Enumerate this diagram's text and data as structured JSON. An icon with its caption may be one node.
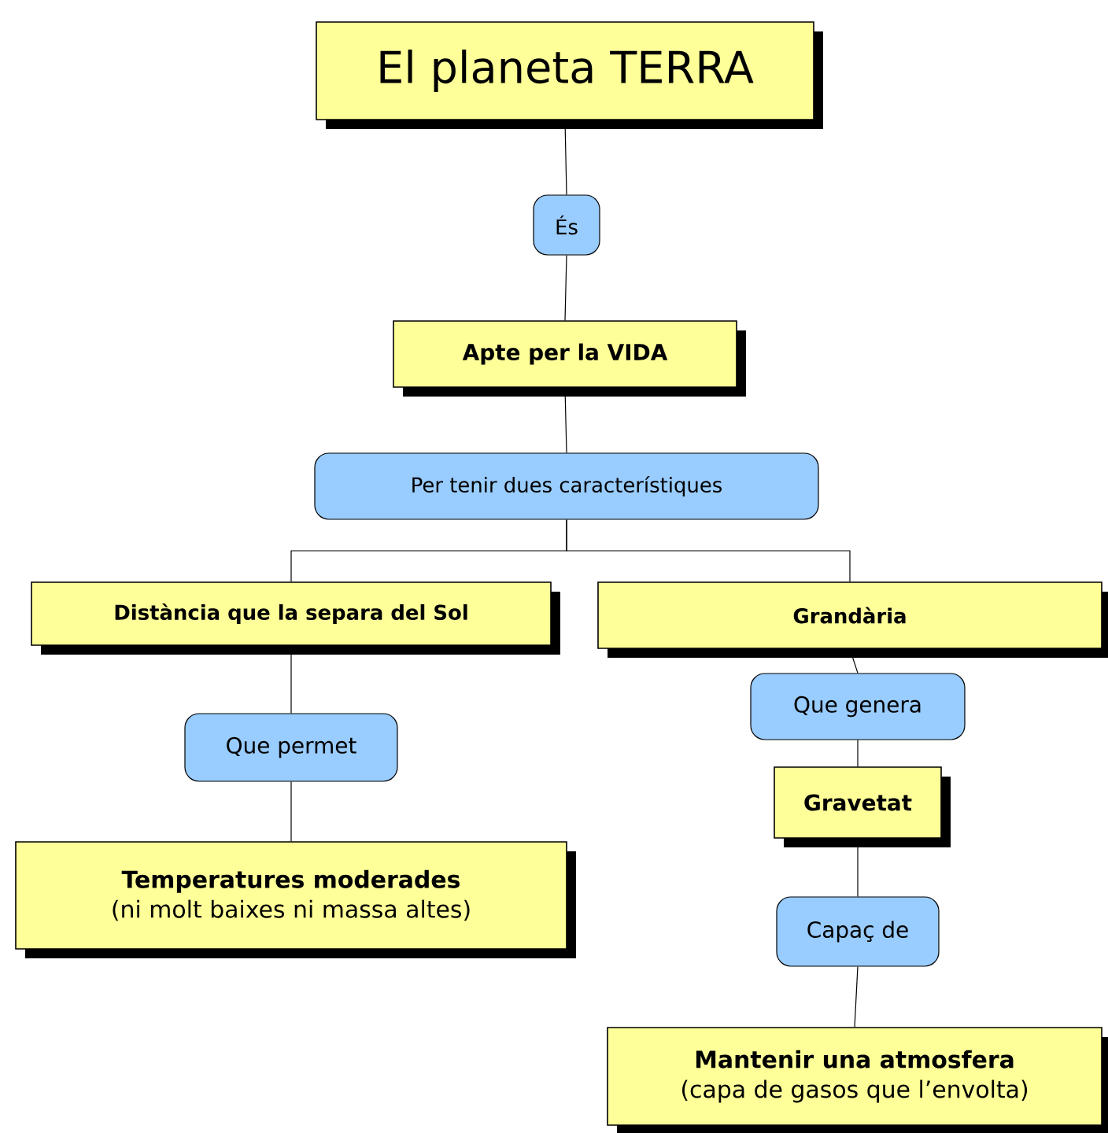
{
  "diagram": {
    "nodes": [
      {
        "text": [
          "El planeta TERRA"
        ]
      },
      {
        "text": [
          "És"
        ]
      },
      {
        "text": [
          "Apte per la VIDA"
        ]
      },
      {
        "text": [
          "Per tenir dues característiques"
        ]
      },
      {
        "text": [
          "Distància que la separa del Sol"
        ]
      },
      {
        "text": [
          "Grandària"
        ]
      },
      {
        "text": [
          "Que permet"
        ]
      },
      {
        "text": [
          "Temperatures moderades",
          "(ni molt baixes ni massa altes)"
        ]
      },
      {
        "text": [
          "Que genera"
        ]
      },
      {
        "text": [
          "Gravetat"
        ]
      },
      {
        "text": [
          "Capaç de"
        ]
      },
      {
        "text": [
          "Mantenir una atmosfera",
          "(capa de gasos que l’envolta)"
        ]
      }
    ],
    "edges": [
      {
        "from": 0,
        "to": 1,
        "arrow": "none"
      },
      {
        "from": 1,
        "to": 2,
        "arrow": "none"
      },
      {
        "from": 2,
        "to": 3,
        "arrow": "none"
      },
      {
        "from": 3,
        "to": 4,
        "arrow": "none"
      },
      {
        "from": 3,
        "to": 5,
        "arrow": "none"
      },
      {
        "from": 4,
        "to": 6,
        "arrow": "none"
      },
      {
        "from": 6,
        "to": 7,
        "arrow": "none"
      },
      {
        "from": 5,
        "to": 8,
        "arrow": "none"
      },
      {
        "from": 8,
        "to": 9,
        "arrow": "none"
      },
      {
        "from": 9,
        "to": 10,
        "arrow": "none"
      },
      {
        "from": 10,
        "to": 11,
        "arrow": "none"
      }
    ]
  }
}
